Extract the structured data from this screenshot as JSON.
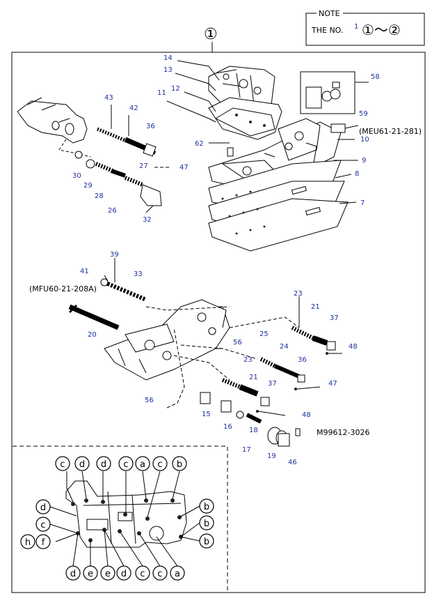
{
  "note": {
    "title": "NOTE",
    "text": "THE NO.",
    "superscript": "1",
    "range": "①～②"
  },
  "main_number": "①",
  "callouts": {
    "n14": "14",
    "n13": "13",
    "n12": "12",
    "n11": "11",
    "n43": "43",
    "n42": "42",
    "n36a": "36",
    "n62": "62",
    "n27": "27",
    "n47a": "47",
    "n30": "30",
    "n29": "29",
    "n28": "28",
    "n26": "26",
    "n32": "32",
    "n58": "58",
    "n59": "59",
    "n10": "10",
    "n9": "9",
    "n8": "8",
    "n7": "7",
    "n39": "39",
    "n41": "41",
    "n33": "33",
    "n20": "20",
    "n56a": "56",
    "n56b": "56",
    "n25": "25",
    "n23a": "23",
    "n21a": "21",
    "n37a": "37",
    "n48a": "48",
    "n24": "24",
    "n36b": "36",
    "n47b": "47",
    "n23b": "23",
    "n21b": "21",
    "n37b": "37",
    "n15": "15",
    "n16": "16",
    "n17": "17",
    "n18": "18",
    "n48b": "48",
    "n19": "19",
    "n46": "46"
  },
  "part_codes": {
    "meu": "(MEU61-21-281)",
    "mfu": "(MFU60-21-208A)",
    "m99": "M99612-3026"
  },
  "inset_letters": {
    "top": [
      "c",
      "d",
      "d",
      "c",
      "a",
      "c",
      "b"
    ],
    "left": [
      "d",
      "c",
      "h",
      "f"
    ],
    "right": [
      "b",
      "b",
      "b"
    ],
    "bottom": [
      "d",
      "e",
      "e",
      "d",
      "c",
      "c",
      "a"
    ]
  }
}
